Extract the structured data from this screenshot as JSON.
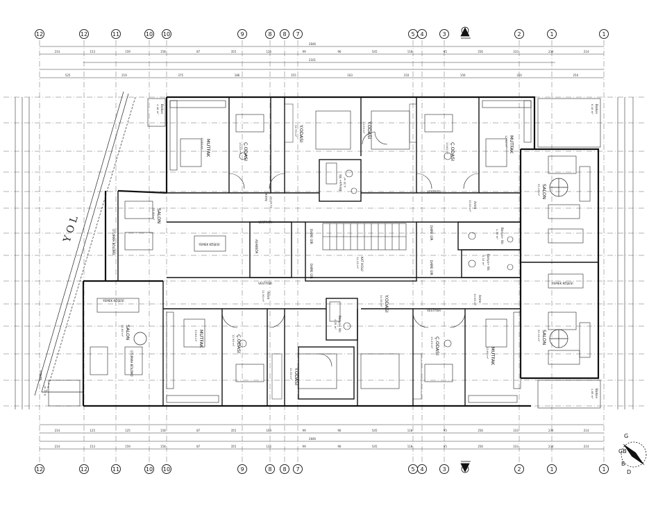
{
  "axes": {
    "column_labels": [
      "12",
      "12",
      "11",
      "10",
      "10",
      "9",
      "8",
      "8",
      "7",
      "5",
      "4",
      "3",
      "2",
      "1",
      "1"
    ]
  },
  "dimensions": {
    "overall_width": "2846",
    "inner_width": "2161",
    "segments_top": [
      "214",
      "153",
      "159",
      "158",
      "87",
      "355",
      "125",
      "99",
      "96",
      "545",
      "118",
      "95",
      "256",
      "333",
      "234",
      "214"
    ],
    "segments_second": [
      "525",
      "219",
      "375",
      "186",
      "355",
      "163",
      "150",
      "156",
      "310",
      "250"
    ],
    "segments_bottom": [
      "214",
      "125",
      "125",
      "158",
      "87",
      "355",
      "163",
      "99",
      "96",
      "545",
      "118",
      "95",
      "256",
      "333",
      "234",
      "214"
    ]
  },
  "rooms": {
    "mutfak_top_left": {
      "name": "MUTFAK",
      "area": "13.80 m²"
    },
    "cocuk_top_left": {
      "name": "Ç.ODASI",
      "area": "13.20 m²"
    },
    "yatak_top_left": {
      "name": "Y.ODASI",
      "area": "12.70 m²"
    },
    "yatak_top_right": {
      "name": "Y.ODASI",
      "area": "13.20 m²"
    },
    "cocuk_top_right": {
      "name": "Ç.ODASI",
      "area": "13.60 m²"
    },
    "mutfak_top_right": {
      "name": "MUTFAK",
      "area": "12.30 m²"
    },
    "salon_left_upper": {
      "name": "SALON",
      "area": "31.80 m²"
    },
    "salon_left_lower": {
      "name": "SALON",
      "area": "31.80 m²"
    },
    "salon_right_upper": {
      "name": "SALON",
      "area": "22.40 m²"
    },
    "salon_right_lower": {
      "name": "SALON",
      "area": "22.40 m²"
    },
    "mutfak_bottom_left": {
      "name": "MUTFAK",
      "area": "13.60 m²"
    },
    "cocuk_bottom_left": {
      "name": "Ç.ODASI",
      "area": "12.90 m²"
    },
    "yatak_bottom_left": {
      "name": "Y.ODASI",
      "area": "14.30 m²"
    },
    "yatak_bottom_right": {
      "name": "Y.ODASI",
      "area": "14.30 m²"
    },
    "cocuk_bottom_right": {
      "name": "Ç.ODASI",
      "area": "13.20 m²"
    },
    "mutfak_bottom_right": {
      "name": "MUTFAK",
      "area": "13.60 m²"
    },
    "banyo_top": {
      "name": "Banyo+ Wc",
      "area": "4.35 m²"
    },
    "banyo_bottom": {
      "name": "Banyo+ Wc",
      "area": "4.35 m²"
    },
    "banyo_right_a": {
      "name": "Banyo+ Wc",
      "area": "4.35 m²"
    },
    "banyo_right_b": {
      "name": "Banyo+ Wc",
      "area": "4.15 m²"
    },
    "antre_1": {
      "name": "Antre",
      "area": "11.90 m²"
    },
    "antre_2": {
      "name": "Antre",
      "area": "11.90 m²"
    },
    "antre_3": {
      "name": "Antre",
      "area": "10.90 m²"
    },
    "antre_4": {
      "name": "Antre",
      "area": "10.90 m²"
    },
    "vestiyer_1": {
      "name": "VESTİYER"
    },
    "vestiyer_2": {
      "name": "VESTİYER"
    },
    "vestiyer_3": {
      "name": "VESTİYER"
    },
    "vestiyer_4": {
      "name": "VESTİYER"
    },
    "balkon_tl": {
      "name": "Balkon",
      "area": "4.46 m²"
    },
    "balkon_tr": {
      "name": "Balkon",
      "area": "6.16 m²"
    },
    "balkon_bl": {
      "name": "Balkon",
      "area": "6.30 m²"
    },
    "balkon_br": {
      "name": "Balkon",
      "area": "4.85 m²"
    },
    "kat_holu": {
      "name": "KAT HOLU",
      "area": "14.40 m²"
    },
    "asansor": {
      "name": "ASANSÖR",
      "area": ""
    },
    "daire_giris_1": {
      "name": "DAİRE GİR."
    },
    "daire_giris_2": {
      "name": "DAİRE GİR."
    },
    "daire_giris_3": {
      "name": "DAİRE GİR."
    },
    "daire_giris_4": {
      "name": "DAİRE GİR."
    },
    "yemek_1": {
      "name": "YEMEK KÖŞESİ"
    },
    "yemek_2": {
      "name": "YEMEK KÖŞESİ"
    },
    "yemek_3": {
      "name": "YEMEK KÖŞESİ"
    },
    "oturma_1": {
      "name": "OTURMA BÖLÜMÜ"
    },
    "oturma_2": {
      "name": "OTURMA BÖLÜMÜ"
    }
  },
  "site": {
    "road_label": "Y O L"
  },
  "compass": {
    "letters": [
      "G",
      "GB",
      "B",
      "D"
    ]
  },
  "colors": {
    "line": "#1a1a1a",
    "grid": "#555555",
    "background": "#ffffff"
  }
}
